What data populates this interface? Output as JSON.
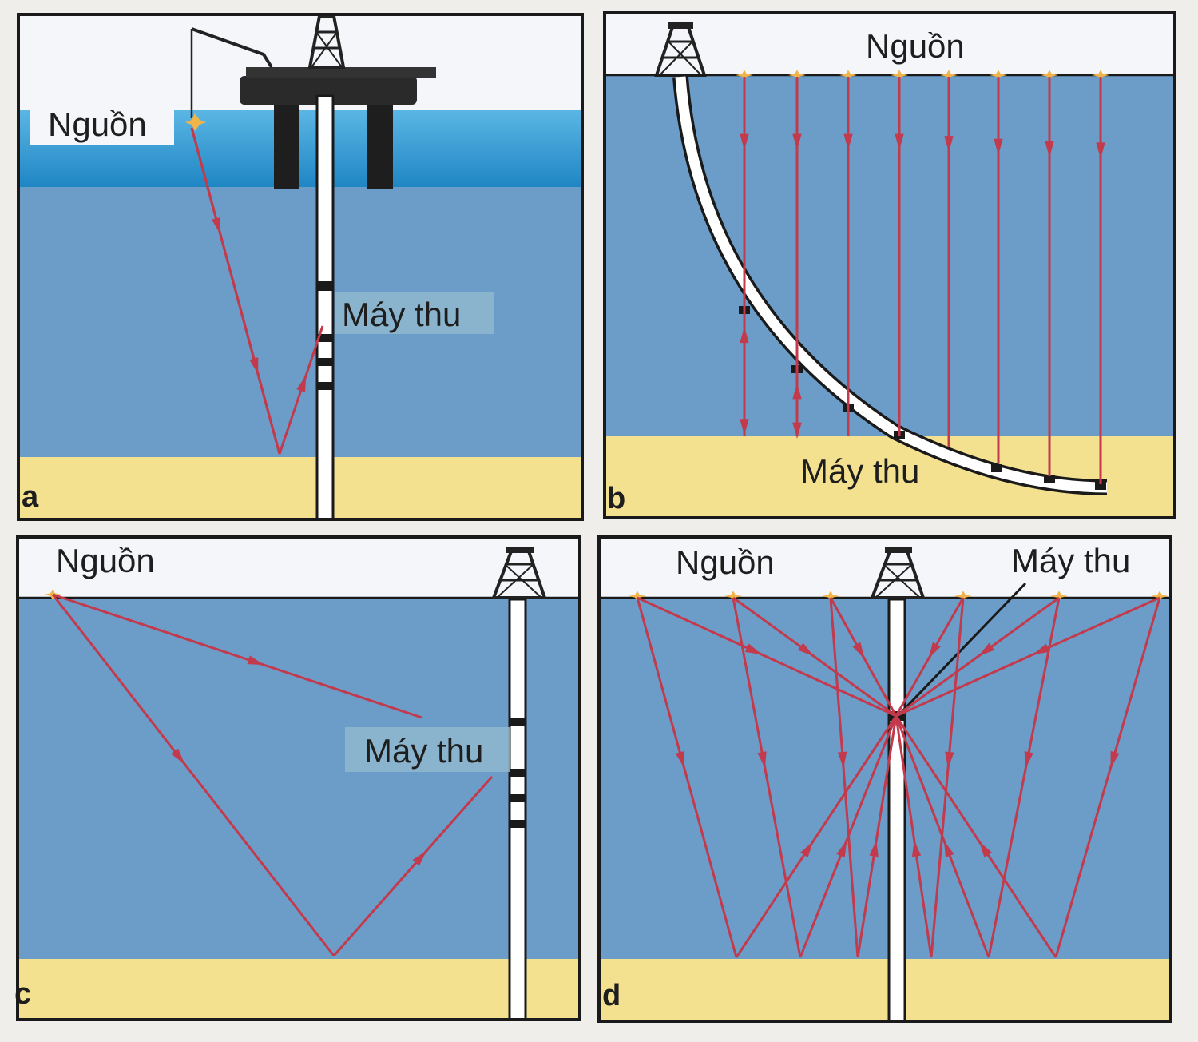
{
  "colors": {
    "water": "#6c9cc8",
    "sea_surface": "#2f9ad2",
    "sky": "#f2f5f8",
    "seabed": "#f3e190",
    "ray": "#c23a4c",
    "frame": "#1a1a1a",
    "star": "#f0b44a"
  },
  "panels": [
    {
      "id": "a",
      "letter": "a",
      "source_label": "Nguồn",
      "receiver_label": "Máy thu"
    },
    {
      "id": "b",
      "letter": "b",
      "source_label": "Nguồn",
      "receiver_label": "Máy thu"
    },
    {
      "id": "c",
      "letter": "c",
      "source_label": "Nguồn",
      "receiver_label": "Máy thu"
    },
    {
      "id": "d",
      "letter": "d",
      "source_label": "Nguồn",
      "receiver_label": "Máy thu"
    }
  ],
  "icons": [
    "oil-platform-icon",
    "derrick-icon",
    "source-star-icon",
    "arrow-icon"
  ]
}
